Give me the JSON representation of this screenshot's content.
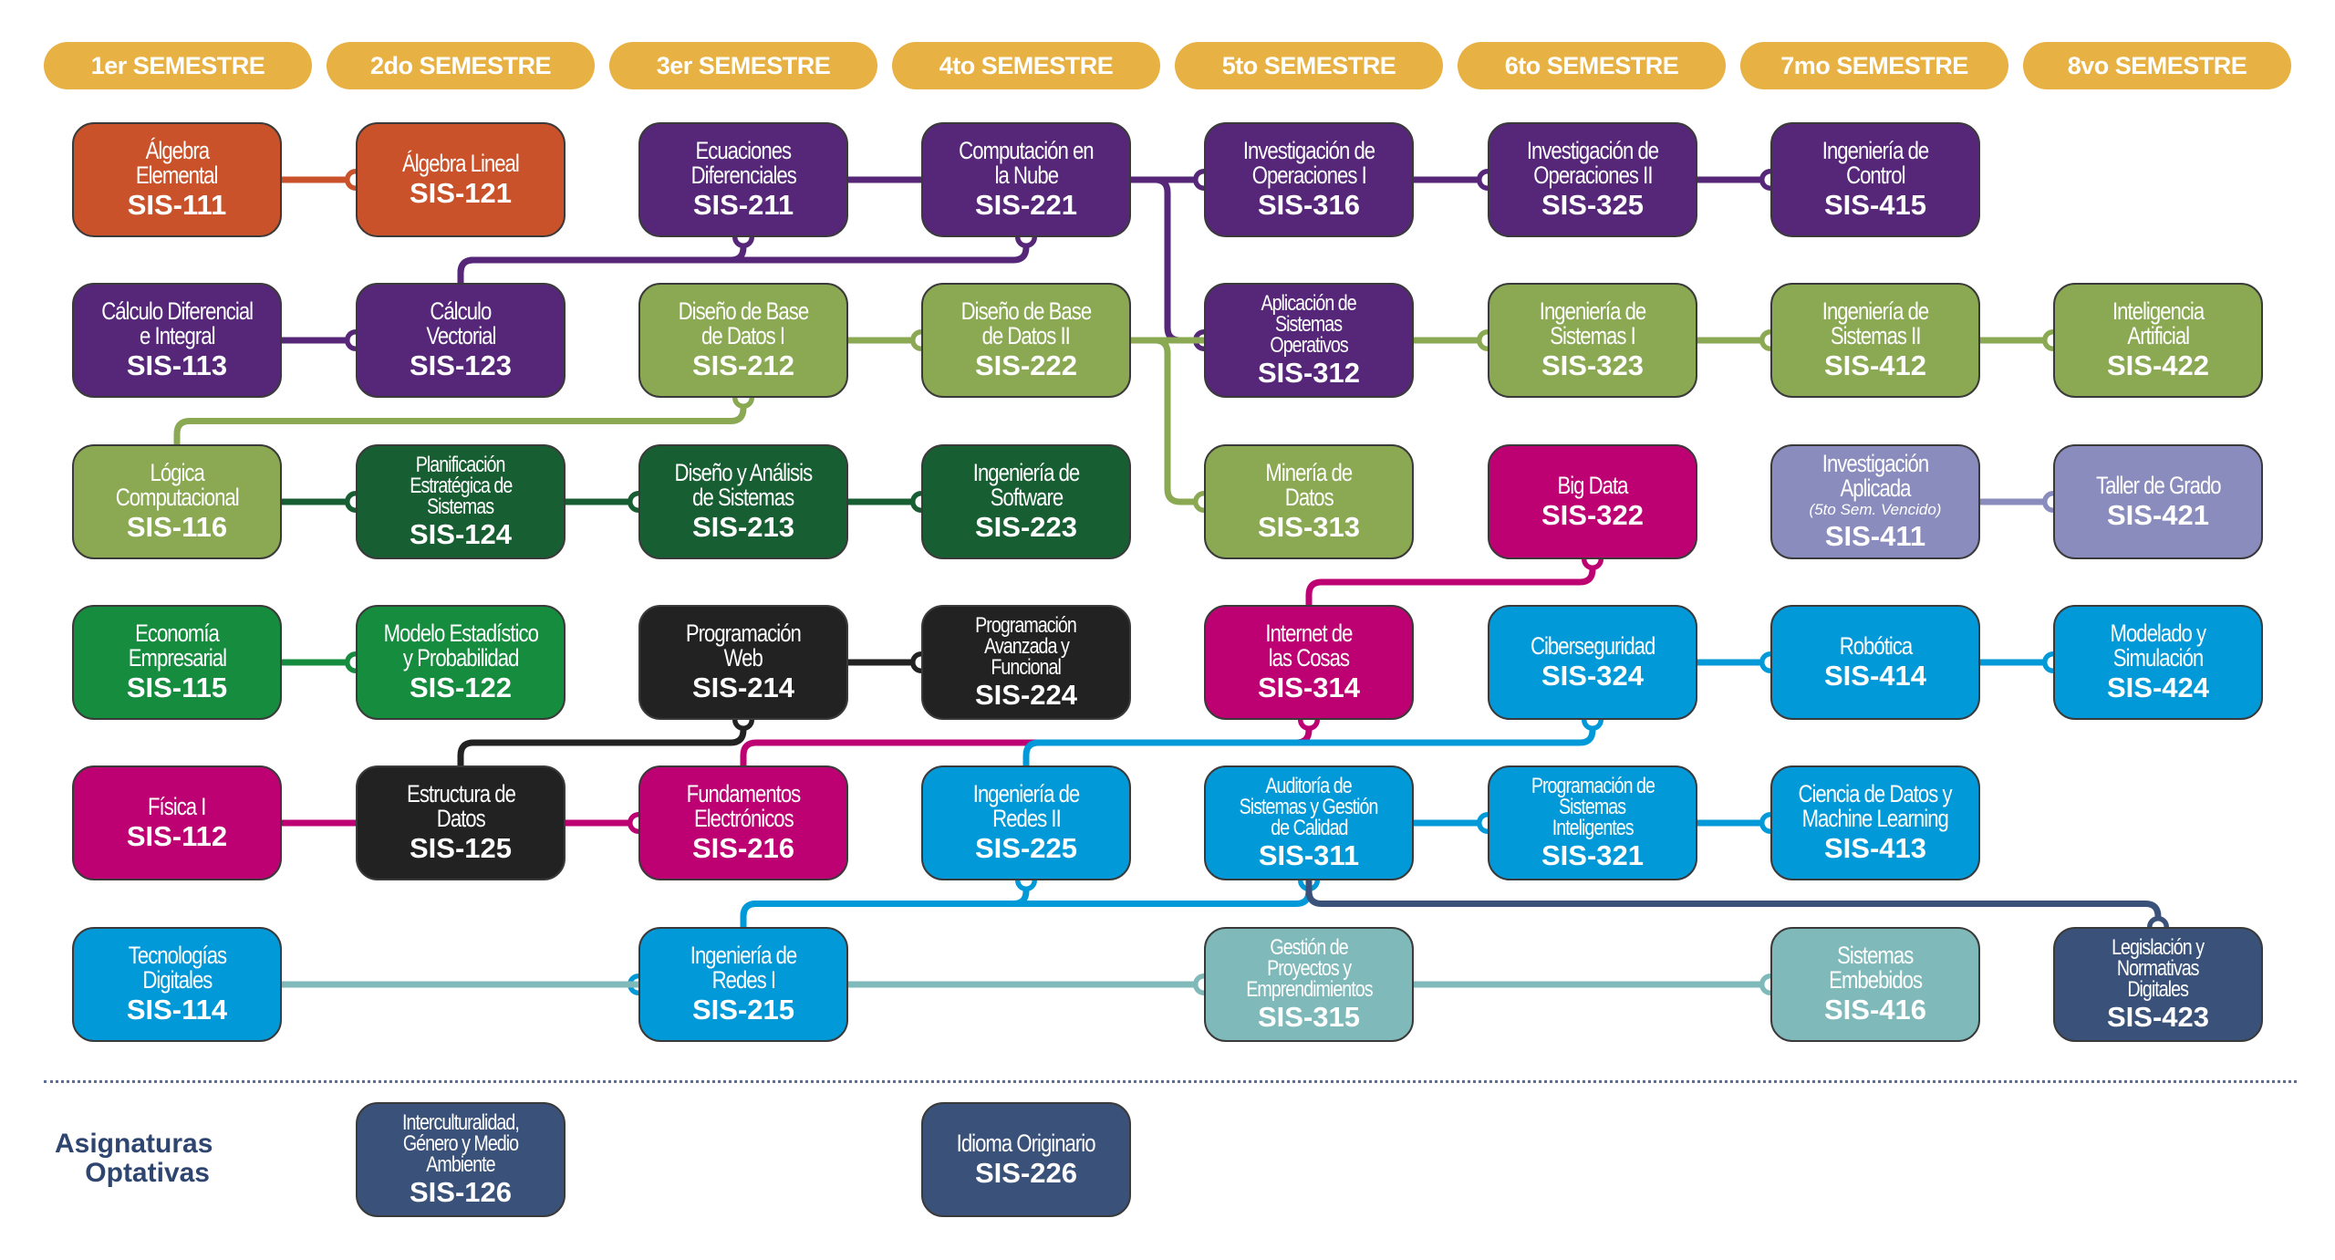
{
  "semesters": [
    "1er SEMESTRE",
    "2do SEMESTRE",
    "3er SEMESTRE",
    "4to SEMESTRE",
    "5to SEMESTRE",
    "6to SEMESTRE",
    "7mo SEMESTRE",
    "8vo SEMESTRE"
  ],
  "colors": {
    "header": "#e8b144",
    "orange": "#c9522a",
    "purple": "#562679",
    "olive": "#8aa952",
    "darkgreen": "#175e32",
    "green": "#168c3e",
    "magenta": "#bd0072",
    "black": "#222222",
    "blue": "#0299d9",
    "teal": "#7fb9b9",
    "lavender": "#8a8cbd",
    "navy": "#3a5279"
  },
  "courses": [
    {
      "code": "SIS-111",
      "name": [
        "Álgebra",
        "Elemental"
      ],
      "col": 0,
      "row": 0,
      "color": "orange"
    },
    {
      "code": "SIS-121",
      "name": [
        "Álgebra Lineal"
      ],
      "col": 1,
      "row": 0,
      "color": "orange"
    },
    {
      "code": "SIS-211",
      "name": [
        "Ecuaciones",
        "Diferenciales"
      ],
      "col": 2,
      "row": 0,
      "color": "purple"
    },
    {
      "code": "SIS-221",
      "name": [
        "Computación en",
        "la Nube"
      ],
      "col": 3,
      "row": 0,
      "color": "purple"
    },
    {
      "code": "SIS-316",
      "name": [
        "Investigación de",
        "Operaciones I"
      ],
      "col": 4,
      "row": 0,
      "color": "purple"
    },
    {
      "code": "SIS-325",
      "name": [
        "Investigación de",
        "Operaciones II"
      ],
      "col": 5,
      "row": 0,
      "color": "purple"
    },
    {
      "code": "SIS-415",
      "name": [
        "Ingeniería de",
        "Control"
      ],
      "col": 6,
      "row": 0,
      "color": "purple"
    },
    {
      "code": "SIS-113",
      "name": [
        "Cálculo Diferencial",
        "e Integral"
      ],
      "col": 0,
      "row": 1,
      "color": "purple"
    },
    {
      "code": "SIS-123",
      "name": [
        "Cálculo",
        "Vectorial"
      ],
      "col": 1,
      "row": 1,
      "color": "purple"
    },
    {
      "code": "SIS-212",
      "name": [
        "Diseño de Base",
        "de Datos I"
      ],
      "col": 2,
      "row": 1,
      "color": "olive"
    },
    {
      "code": "SIS-222",
      "name": [
        "Diseño de Base",
        "de Datos II"
      ],
      "col": 3,
      "row": 1,
      "color": "olive"
    },
    {
      "code": "SIS-312",
      "name": [
        "Aplicación de",
        "Sistemas",
        "Operativos"
      ],
      "col": 4,
      "row": 1,
      "color": "purple"
    },
    {
      "code": "SIS-323",
      "name": [
        "Ingeniería de",
        "Sistemas I"
      ],
      "col": 5,
      "row": 1,
      "color": "olive"
    },
    {
      "code": "SIS-412",
      "name": [
        "Ingeniería de",
        "Sistemas II"
      ],
      "col": 6,
      "row": 1,
      "color": "olive"
    },
    {
      "code": "SIS-422",
      "name": [
        "Inteligencia",
        "Artificial"
      ],
      "col": 7,
      "row": 1,
      "color": "olive"
    },
    {
      "code": "SIS-116",
      "name": [
        "Lógica",
        "Computacional"
      ],
      "col": 0,
      "row": 2,
      "color": "olive"
    },
    {
      "code": "SIS-124",
      "name": [
        "Planificación",
        "Estratégica de",
        "Sistemas"
      ],
      "col": 1,
      "row": 2,
      "color": "darkgreen"
    },
    {
      "code": "SIS-213",
      "name": [
        "Diseño y Análisis",
        "de Sistemas"
      ],
      "col": 2,
      "row": 2,
      "color": "darkgreen"
    },
    {
      "code": "SIS-223",
      "name": [
        "Ingeniería de",
        "Software"
      ],
      "col": 3,
      "row": 2,
      "color": "darkgreen"
    },
    {
      "code": "SIS-313",
      "name": [
        "Minería de",
        "Datos"
      ],
      "col": 4,
      "row": 2,
      "color": "olive"
    },
    {
      "code": "SIS-322",
      "name": [
        "Big Data"
      ],
      "col": 5,
      "row": 2,
      "color": "magenta"
    },
    {
      "code": "SIS-411",
      "name": [
        "Investigación",
        "Aplicada"
      ],
      "note": "(5to Sem. Vencido)",
      "col": 6,
      "row": 2,
      "color": "lavender"
    },
    {
      "code": "SIS-421",
      "name": [
        "Taller de Grado"
      ],
      "col": 7,
      "row": 2,
      "color": "lavender"
    },
    {
      "code": "SIS-115",
      "name": [
        "Economía",
        "Empresarial"
      ],
      "col": 0,
      "row": 3,
      "color": "green"
    },
    {
      "code": "SIS-122",
      "name": [
        "Modelo Estadístico",
        "y Probabilidad"
      ],
      "col": 1,
      "row": 3,
      "color": "green"
    },
    {
      "code": "SIS-214",
      "name": [
        "Programación",
        "Web"
      ],
      "col": 2,
      "row": 3,
      "color": "black"
    },
    {
      "code": "SIS-224",
      "name": [
        "Programación",
        "Avanzada y",
        "Funcional"
      ],
      "col": 3,
      "row": 3,
      "color": "black"
    },
    {
      "code": "SIS-314",
      "name": [
        "Internet de",
        "las Cosas"
      ],
      "col": 4,
      "row": 3,
      "color": "magenta"
    },
    {
      "code": "SIS-324",
      "name": [
        "Ciberseguridad"
      ],
      "col": 5,
      "row": 3,
      "color": "blue"
    },
    {
      "code": "SIS-414",
      "name": [
        "Robótica"
      ],
      "col": 6,
      "row": 3,
      "color": "blue"
    },
    {
      "code": "SIS-424",
      "name": [
        "Modelado y",
        "Simulación"
      ],
      "col": 7,
      "row": 3,
      "color": "blue"
    },
    {
      "code": "SIS-112",
      "name": [
        "Física I"
      ],
      "col": 0,
      "row": 4,
      "color": "magenta"
    },
    {
      "code": "SIS-125",
      "name": [
        "Estructura de",
        "Datos"
      ],
      "col": 1,
      "row": 4,
      "color": "black"
    },
    {
      "code": "SIS-216",
      "name": [
        "Fundamentos",
        "Electrónicos"
      ],
      "col": 2,
      "row": 4,
      "color": "magenta"
    },
    {
      "code": "SIS-225",
      "name": [
        "Ingeniería de",
        "Redes II"
      ],
      "col": 3,
      "row": 4,
      "color": "blue"
    },
    {
      "code": "SIS-311",
      "name": [
        "Auditoría de",
        "Sistemas y Gestión",
        "de Calidad"
      ],
      "col": 4,
      "row": 4,
      "color": "blue"
    },
    {
      "code": "SIS-321",
      "name": [
        "Programación de",
        "Sistemas",
        "Inteligentes"
      ],
      "col": 5,
      "row": 4,
      "color": "blue"
    },
    {
      "code": "SIS-413",
      "name": [
        "Ciencia de Datos y",
        "Machine Learning"
      ],
      "col": 6,
      "row": 4,
      "color": "blue"
    },
    {
      "code": "SIS-114",
      "name": [
        "Tecnologías",
        "Digitales"
      ],
      "col": 0,
      "row": 5,
      "color": "blue"
    },
    {
      "code": "SIS-215",
      "name": [
        "Ingeniería de",
        "Redes I"
      ],
      "col": 2,
      "row": 5,
      "color": "blue"
    },
    {
      "code": "SIS-315",
      "name": [
        "Gestión de",
        "Proyectos y",
        "Emprendimientos"
      ],
      "col": 4,
      "row": 5,
      "color": "teal"
    },
    {
      "code": "SIS-416",
      "name": [
        "Sistemas",
        "Embebidos"
      ],
      "col": 6,
      "row": 5,
      "color": "teal"
    },
    {
      "code": "SIS-423",
      "name": [
        "Legislación y",
        "Normativas",
        "Digitales"
      ],
      "col": 7,
      "row": 5,
      "color": "navy"
    }
  ],
  "optativas": {
    "label": [
      "Asignaturas",
      "Optativas"
    ],
    "courses": [
      {
        "code": "SIS-126",
        "name": [
          "Interculturalidad,",
          "Género y Medio",
          "Ambiente"
        ],
        "col": 1,
        "color": "navy"
      },
      {
        "code": "SIS-226",
        "name": [
          "Idioma Originario"
        ],
        "col": 3,
        "color": "navy"
      }
    ]
  },
  "links": [
    {
      "from": "SIS-111",
      "to": "SIS-121",
      "color": "orange"
    },
    {
      "from": "SIS-113",
      "to": "SIS-123",
      "color": "purple"
    },
    {
      "from": "SIS-123",
      "to": "SIS-211",
      "color": "purple"
    },
    {
      "from": "SIS-123",
      "to": "SIS-221",
      "color": "purple"
    },
    {
      "from": "SIS-211",
      "to": "SIS-316",
      "color": "purple"
    },
    {
      "from": "SIS-221",
      "to": "SIS-312",
      "color": "purple"
    },
    {
      "from": "SIS-316",
      "to": "SIS-325",
      "color": "purple"
    },
    {
      "from": "SIS-325",
      "to": "SIS-415",
      "color": "purple"
    },
    {
      "from": "SIS-116",
      "to": "SIS-212",
      "color": "olive"
    },
    {
      "from": "SIS-212",
      "to": "SIS-222",
      "color": "olive"
    },
    {
      "from": "SIS-222",
      "to": "SIS-313",
      "color": "olive"
    },
    {
      "from": "SIS-222",
      "to": "SIS-323",
      "color": "olive"
    },
    {
      "from": "SIS-323",
      "to": "SIS-412",
      "color": "olive"
    },
    {
      "from": "SIS-412",
      "to": "SIS-422",
      "color": "olive"
    },
    {
      "from": "SIS-116",
      "to": "SIS-124",
      "color": "darkgreen"
    },
    {
      "from": "SIS-124",
      "to": "SIS-213",
      "color": "darkgreen"
    },
    {
      "from": "SIS-213",
      "to": "SIS-223",
      "color": "darkgreen"
    },
    {
      "from": "SIS-411",
      "to": "SIS-421",
      "color": "lavender"
    },
    {
      "from": "SIS-115",
      "to": "SIS-122",
      "color": "green"
    },
    {
      "from": "SIS-125",
      "to": "SIS-214",
      "color": "black"
    },
    {
      "from": "SIS-214",
      "to": "SIS-224",
      "color": "black"
    },
    {
      "from": "SIS-314",
      "to": "SIS-322",
      "color": "magenta"
    },
    {
      "from": "SIS-216",
      "to": "SIS-314",
      "color": "magenta"
    },
    {
      "from": "SIS-112",
      "to": "SIS-216",
      "color": "magenta"
    },
    {
      "from": "SIS-324",
      "to": "SIS-414",
      "color": "blue"
    },
    {
      "from": "SIS-414",
      "to": "SIS-424",
      "color": "blue"
    },
    {
      "from": "SIS-225",
      "to": "SIS-324",
      "color": "blue"
    },
    {
      "from": "SIS-215",
      "to": "SIS-225",
      "color": "blue"
    },
    {
      "from": "SIS-215",
      "to": "SIS-311",
      "color": "blue"
    },
    {
      "from": "SIS-311",
      "to": "SIS-321",
      "color": "blue"
    },
    {
      "from": "SIS-321",
      "to": "SIS-413",
      "color": "blue"
    },
    {
      "from": "SIS-114",
      "to": "SIS-215",
      "color": "blue"
    },
    {
      "from": "SIS-114",
      "to": "SIS-315",
      "color": "teal"
    },
    {
      "from": "SIS-315",
      "to": "SIS-416",
      "color": "teal"
    },
    {
      "from": "SIS-311",
      "to": "SIS-423",
      "color": "navy"
    }
  ]
}
